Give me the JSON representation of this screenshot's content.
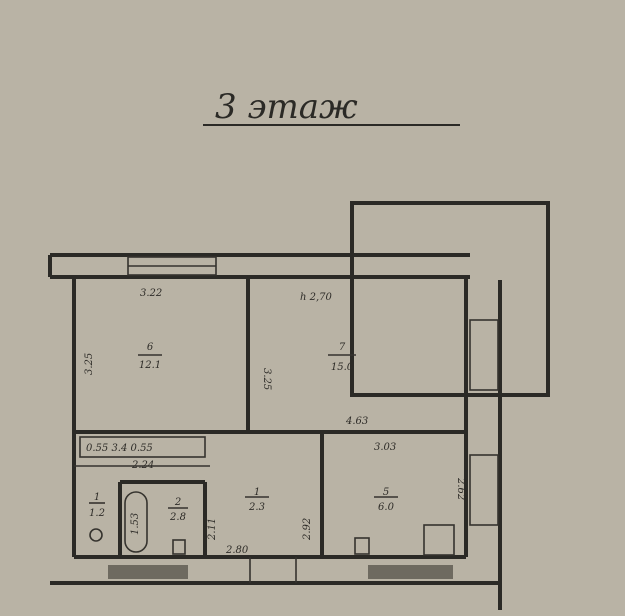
{
  "title": "3 этаж",
  "ceiling_height": "h 2,70",
  "rooms": [
    {
      "number": "6",
      "area": "12.1"
    },
    {
      "number": "7",
      "area": "15.0"
    },
    {
      "number": "1",
      "area": "2.3"
    },
    {
      "number": "5",
      "area": "6.0"
    },
    {
      "number": "1",
      "area": "1.2"
    },
    {
      "number": "2",
      "area": "2.8"
    }
  ],
  "dimensions": {
    "room6_width": "3.22",
    "room6_depth": "3.25",
    "room7_depth": "3.25",
    "room7_width": "4.63",
    "closet": "0.55 3.4 0.55",
    "hall_width": "2.24",
    "kitchen_width": "3.03",
    "kitchen_depth": "2.62",
    "hall_depth": "2.92",
    "corridor_depth": "2.11",
    "bath_depth": "1.53",
    "door_width": "2.80"
  }
}
